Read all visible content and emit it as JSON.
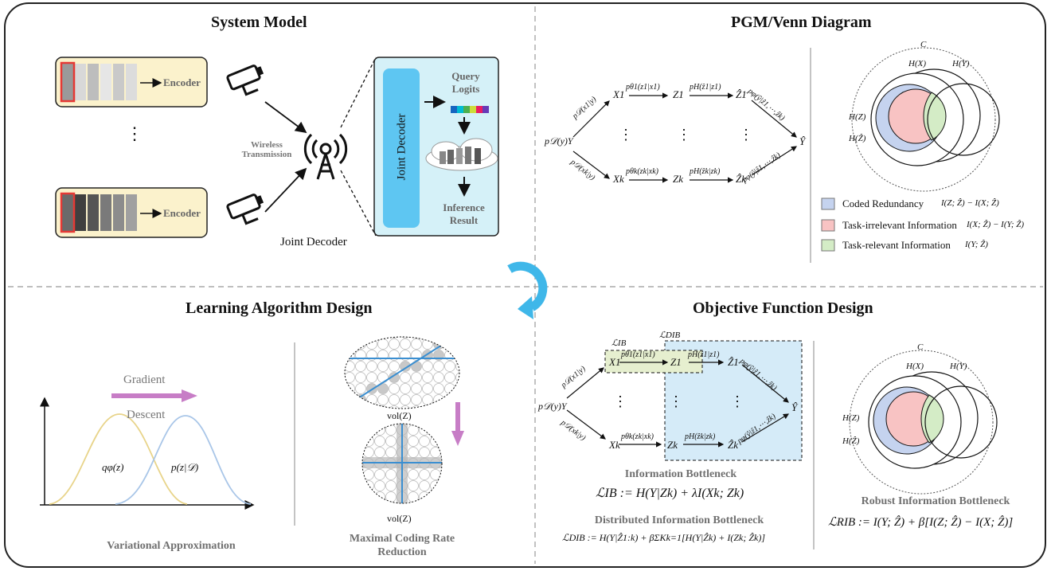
{
  "quadrants": {
    "system_model": {
      "title": "System Model",
      "encoder_label": "Encoder",
      "wireless_label": "Wireless Transmission",
      "joint_decoder_caption": "Joint Decoder",
      "joint_decoder_box": "Joint Decoder",
      "query_logits": "Query Logits",
      "inference_result": "Inference Result",
      "ellipsis": "⋮"
    },
    "pgm_venn": {
      "title": "PGM/Venn Diagram",
      "nodes": {
        "py": "p𝒟(y)Y",
        "x1": "X1",
        "xk": "Xk",
        "z1": "Z1",
        "zk": "Zk",
        "zh1": "Ẑ1",
        "zhk": "Ẑk",
        "yhat": "Ŷ"
      },
      "edges": {
        "top_py_x": "p𝒟(x1|y)",
        "bot_py_x": "p𝒟(xk|y)",
        "top_x_z": "pθ1(z1|x1)",
        "bot_x_z": "pθk(zk|xk)",
        "top_z_zh": "pH(ẑ1|z1)",
        "bot_z_zh": "pH(ẑk|zk)",
        "top_zh_y": "pφ(ŷ|ẑ1,⋯,ẑk)",
        "bot_zh_y": "pφ(ŷ|ẑ1,⋯,ẑk)"
      },
      "venn": {
        "c": "C",
        "hx": "H(X)",
        "hy": "H(Y)",
        "hz": "H(Z)",
        "hzh": "H(Ẑ)"
      },
      "legend": [
        {
          "label": "Coded Redundancy",
          "formula": "I(Z; Ẑ) − I(X; Ẑ)",
          "color": "#c5d3ef"
        },
        {
          "label": "Task-irrelevant Information",
          "formula": "I(X; Ẑ) − I(Y; Ẑ)",
          "color": "#f8c3c3"
        },
        {
          "label": "Task-relevant Information",
          "formula": "I(Y; Ẑ)",
          "color": "#d4ecc6"
        }
      ]
    },
    "learning": {
      "title": "Learning Algorithm Design",
      "gradient": "Gradient",
      "descent": "Descent",
      "q_label": "qφ(z)",
      "p_label": "p(z|𝒟)",
      "variational": "Variational Approximation",
      "vol_top": "vol(Z)",
      "vol_bot": "vol(Z)",
      "mcr": "Maximal Coding Rate Reduction"
    },
    "objective": {
      "title": "Objective Function Design",
      "l_ib": "ℒIB",
      "l_dib": "ℒDIB",
      "ib_title": "Information Bottleneck",
      "ib_formula": "ℒIB := H(Y|Zk) + λI(Xk; Zk)",
      "dib_title": "Distributed Information Bottleneck",
      "dib_formula": "ℒDIB := H(Y|Ẑ1:k) + βΣKk=1[H(Y|Ẑk) + I(Zk; Ẑk)]",
      "rib_title": "Robust Information Bottleneck",
      "rib_formula": "ℒRIB := I(Y; Ẑ) + β[I(Z; Ẑ) − I(X; Ẑ)]"
    }
  },
  "colors": {
    "decoder_panel": "#d5f1f8",
    "decoder_bar": "#5ec6f2",
    "encoder_box": "#fbf2cc",
    "frame_red": "#e53935",
    "refresh_arrow": "#3fb7e9",
    "gradient_arrow": "#c77dc6",
    "q_curve": "#e8d48a",
    "p_curve": "#a9c6e8"
  }
}
